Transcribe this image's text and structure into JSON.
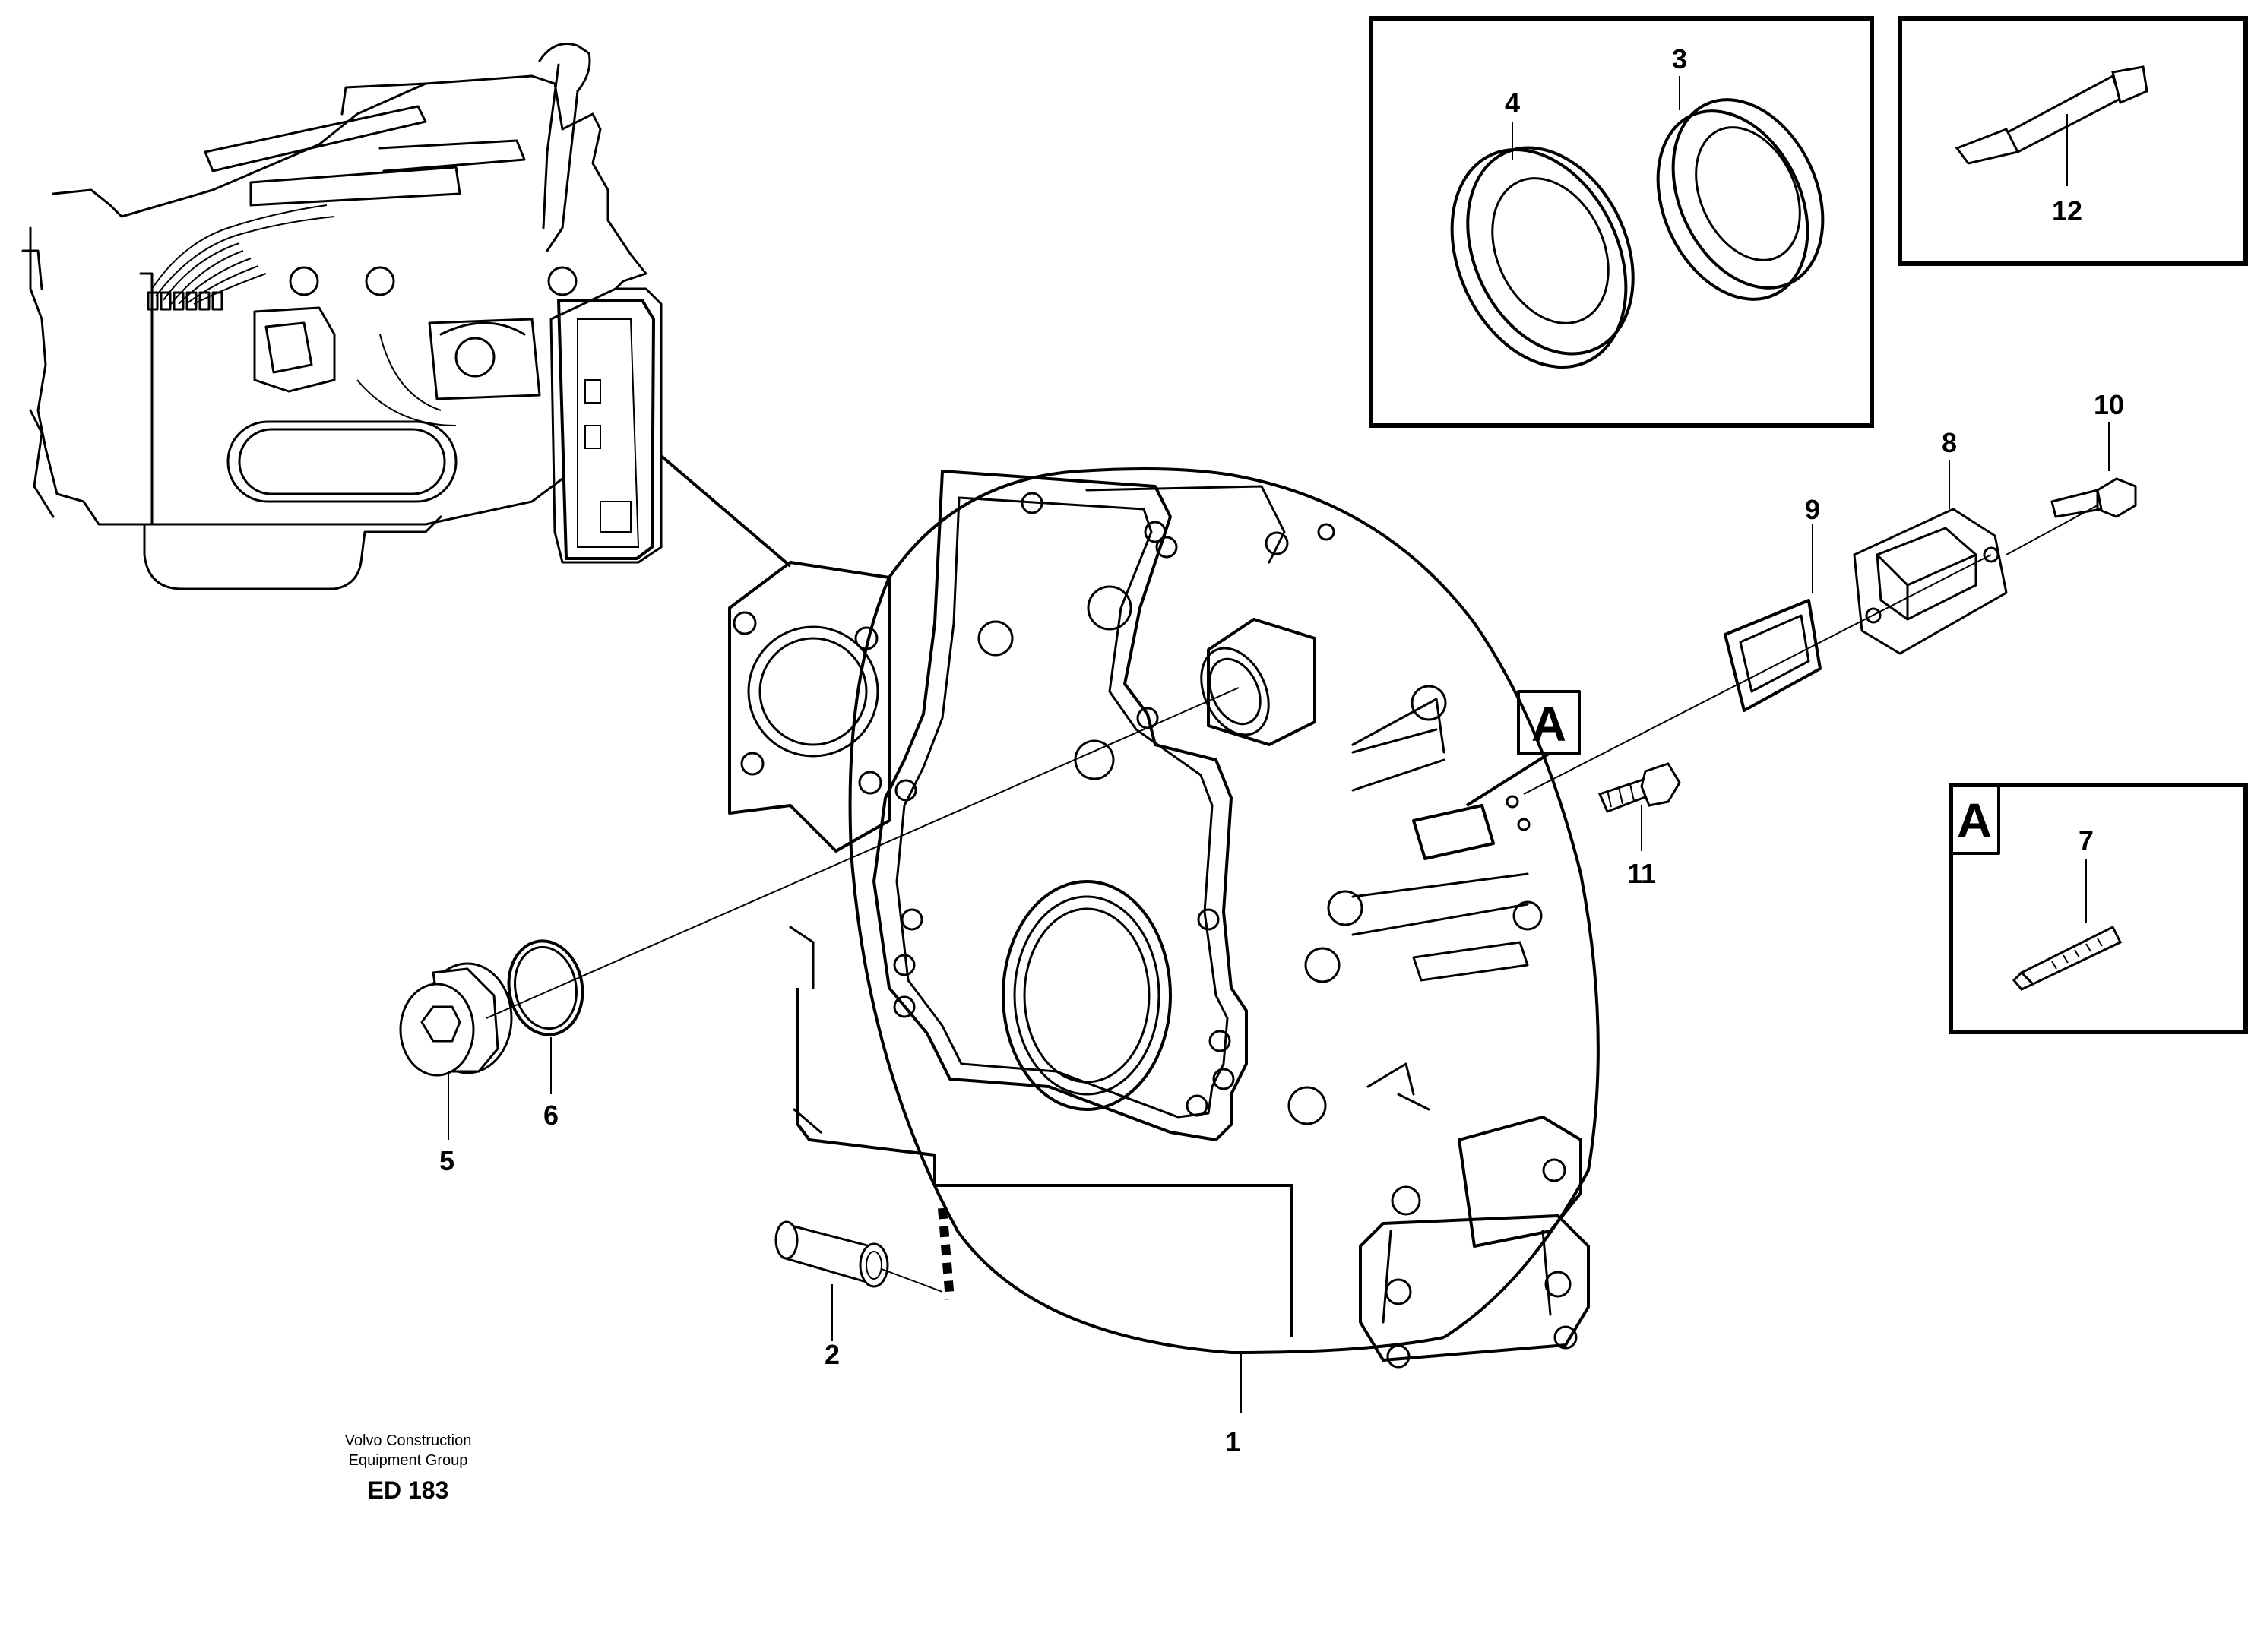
{
  "callouts": {
    "p1": "1",
    "p2": "2",
    "p3": "3",
    "p4": "4",
    "p5": "5",
    "p6": "6",
    "p7": "7",
    "p8": "8",
    "p9": "9",
    "p10": "10",
    "p11": "11",
    "p12": "12"
  },
  "detail_markers": {
    "main": "A",
    "inset": "A"
  },
  "credit": {
    "line1": "Volvo Construction",
    "line2": "Equipment Group",
    "code": "ED 183"
  }
}
